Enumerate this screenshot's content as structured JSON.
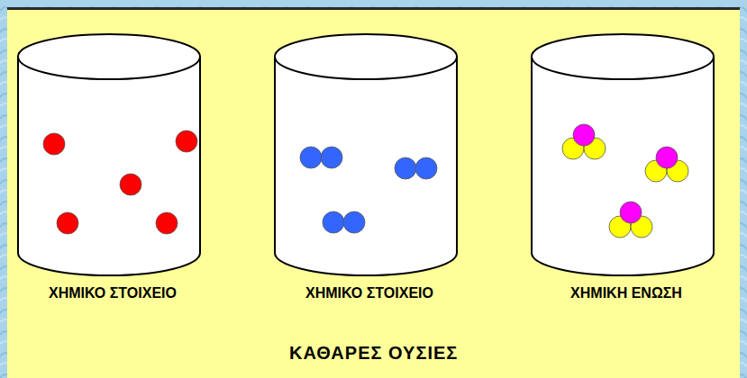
{
  "diagram": {
    "caption": "ΚΑΘΑΡΕΣ ΟΥΣΙΕΣ",
    "nodes": [
      {
        "text": [
          "ΧΗΜΙΚΟ ΣΤΟΙΧΕΙΟ"
        ]
      },
      {
        "text": [
          "ΧΗΜΙΚΟ ΣΤΟΙΧΕΙΟ"
        ]
      },
      {
        "text": [
          "ΧΗΜΙΚΗ ΕΝΩΣΗ"
        ]
      }
    ]
  }
}
